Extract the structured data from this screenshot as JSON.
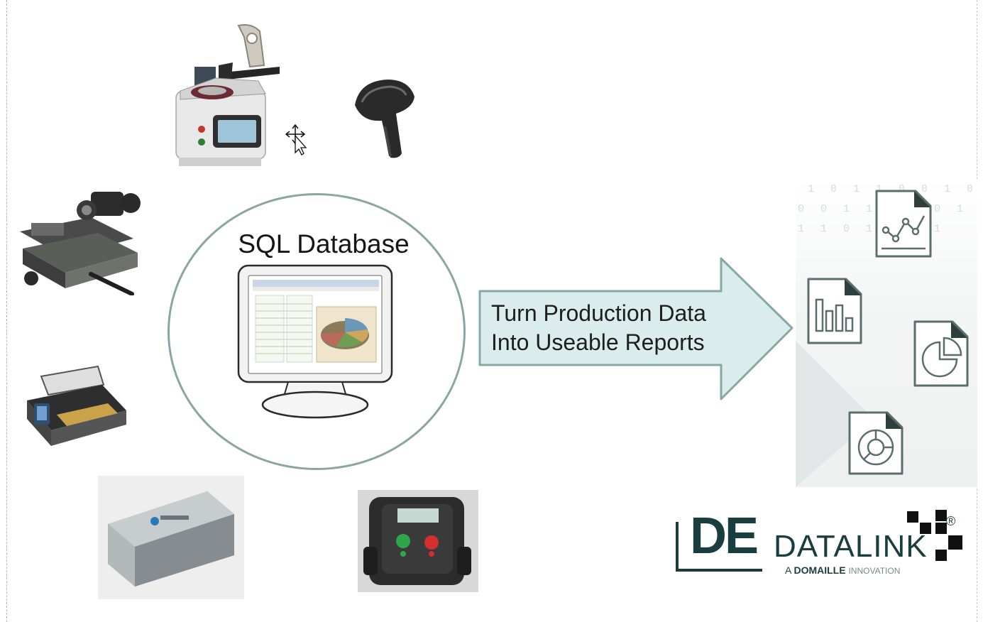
{
  "database": {
    "title": "SQL Database"
  },
  "arrow": {
    "line1": "Turn Production Data",
    "line2": "Into Useable Reports"
  },
  "devices": [
    "polishing-machine",
    "barcode-scanner",
    "microscope-stage",
    "curing-oven",
    "data-logger-box",
    "control-box"
  ],
  "report_icons": [
    "line-chart-report-icon",
    "bar-chart-report-icon",
    "pie-chart-report-icon",
    "donut-chart-report-icon"
  ],
  "logo": {
    "mark": "DE",
    "name": "DATALINK",
    "tag_prefix": "A",
    "tag_brand": "DOMAILLE",
    "tag_suffix": "INNOVATION",
    "registered": "®"
  },
  "colors": {
    "circle_border": "#8aa6a3",
    "arrow_fill": "#dbecec",
    "arrow_stroke": "#86a9a6",
    "icon_stroke": "#5a6e6d",
    "logo": "#1a3d40"
  }
}
